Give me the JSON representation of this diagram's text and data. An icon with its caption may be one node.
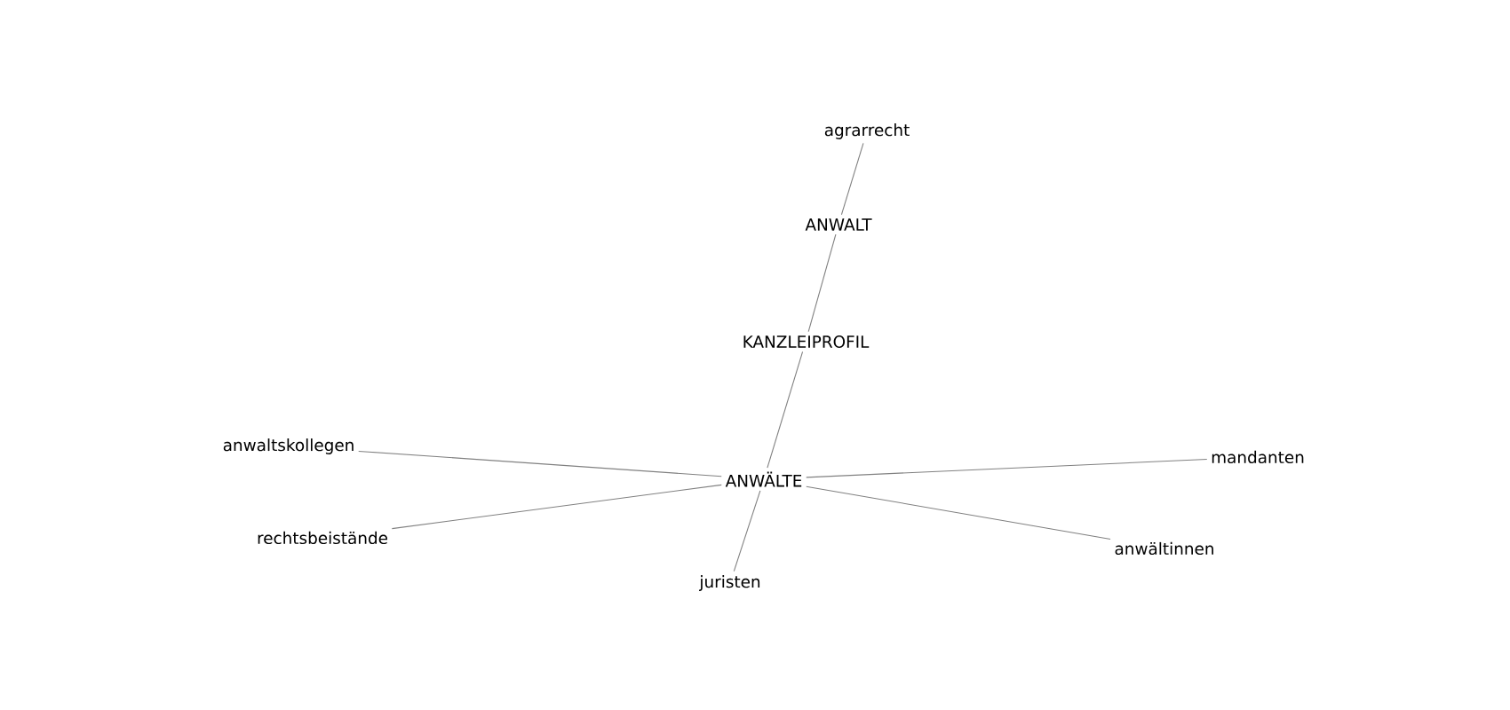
{
  "diagram": {
    "nodes": [
      {
        "text": [
          "agrarrecht"
        ]
      },
      {
        "text": [
          "ANWALT"
        ]
      },
      {
        "text": [
          "KANZLEIPROFIL"
        ]
      },
      {
        "text": [
          "anwaltskollegen"
        ]
      },
      {
        "text": [
          "mandanten"
        ]
      },
      {
        "text": [
          "ANWÄLTE"
        ]
      },
      {
        "text": [
          "rechtsbeistände"
        ]
      },
      {
        "text": [
          "anwältinnen"
        ]
      },
      {
        "text": [
          "juristen"
        ]
      }
    ],
    "edges": [
      {
        "from": 0,
        "to": 1,
        "arrow": "none"
      },
      {
        "from": 1,
        "to": 2,
        "arrow": "none"
      },
      {
        "from": 2,
        "to": 5,
        "arrow": "none"
      },
      {
        "from": 5,
        "to": 3,
        "arrow": "none"
      },
      {
        "from": 5,
        "to": 4,
        "arrow": "none"
      },
      {
        "from": 5,
        "to": 6,
        "arrow": "none"
      },
      {
        "from": 5,
        "to": 7,
        "arrow": "none"
      },
      {
        "from": 5,
        "to": 8,
        "arrow": "none"
      }
    ]
  }
}
